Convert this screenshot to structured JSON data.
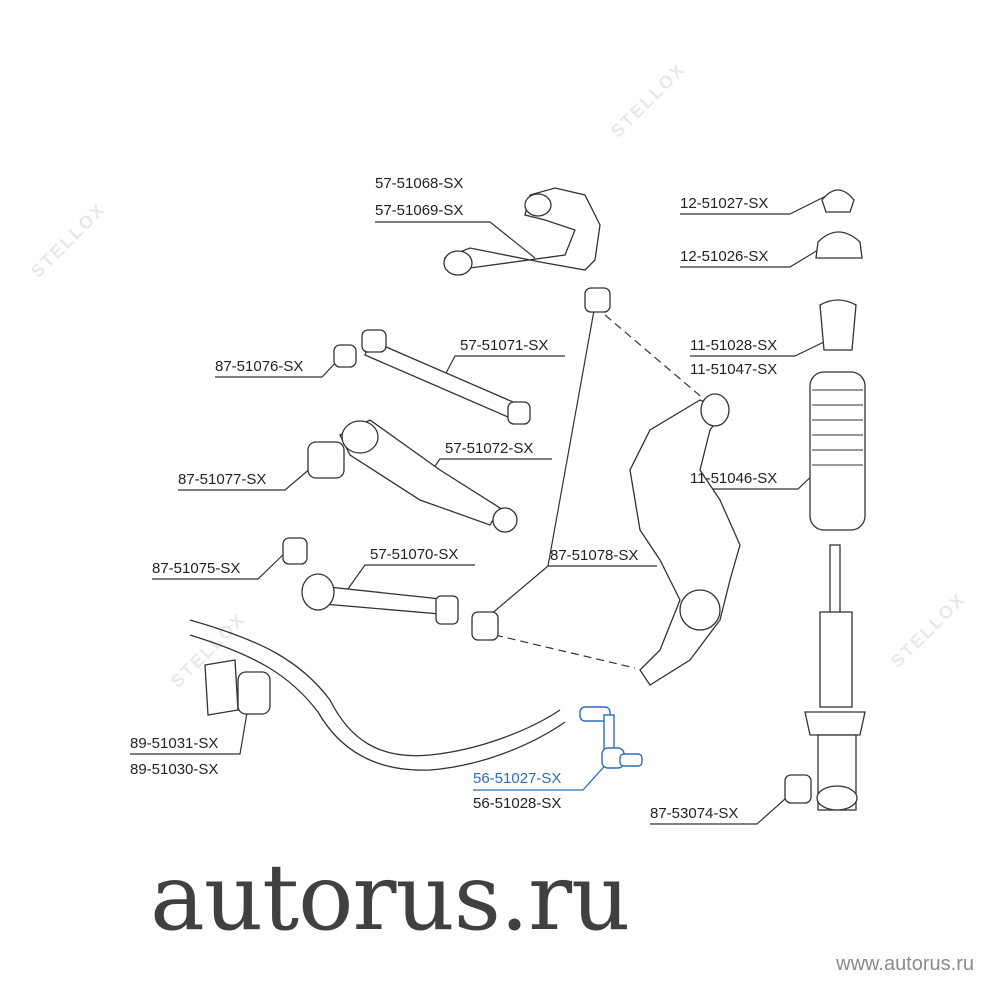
{
  "watermarks": {
    "main": "autorus.ru",
    "brand": "STELLOX",
    "site": "www.autorus.ru"
  },
  "labels": {
    "p57_51068": "57-51068-SX",
    "p57_51069": "57-51069-SX",
    "p12_51027": "12-51027-SX",
    "p12_51026": "12-51026-SX",
    "p11_51028": "11-51028-SX",
    "p11_51047": "11-51047-SX",
    "p57_51071": "57-51071-SX",
    "p87_51076": "87-51076-SX",
    "p57_51072": "57-51072-SX",
    "p87_51077": "87-51077-SX",
    "p11_51046": "11-51046-SX",
    "p87_51075": "87-51075-SX",
    "p57_51070": "57-51070-SX",
    "p87_51078": "87-51078-SX",
    "p89_51031": "89-51031-SX",
    "p89_51030": "89-51030-SX",
    "p56_51027": "56-51027-SX",
    "p56_51028": "56-51028-SX",
    "p87_53074": "87-53074-SX"
  },
  "colors": {
    "highlight": "#2f6db5",
    "line": "#333333"
  }
}
